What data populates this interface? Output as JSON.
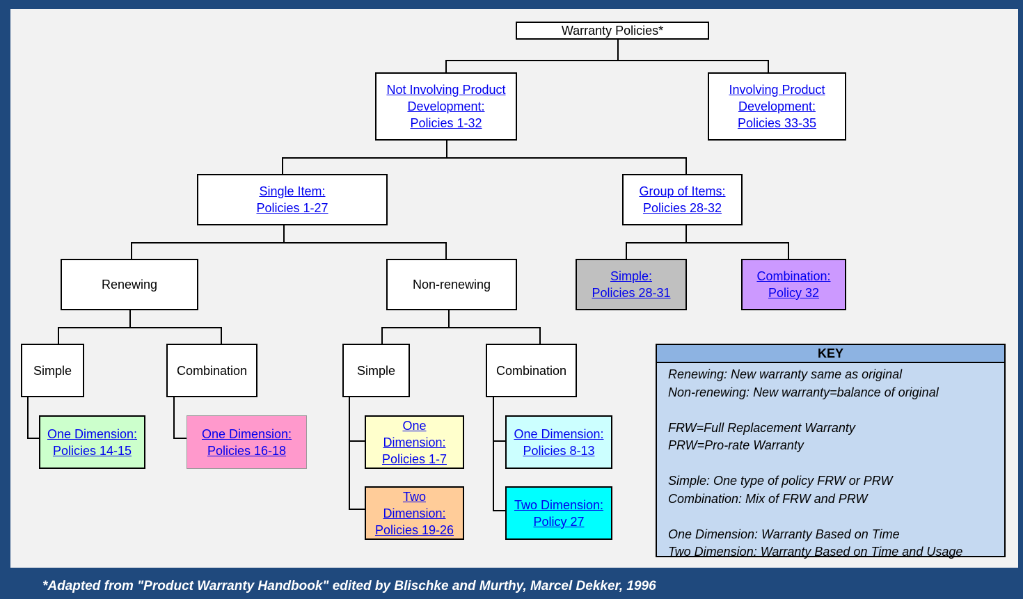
{
  "root": "Warranty Policies*",
  "not_involving": {
    "line1": "Not Involving Product",
    "line2": "Development:",
    "line3": "Policies 1-32"
  },
  "involving": {
    "line1": "Involving Product",
    "line2": "Development:",
    "line3": "Policies 33-35"
  },
  "single_item": {
    "line1": "Single Item:",
    "line2": "Policies 1-27"
  },
  "group_items": {
    "line1": "Group of Items:",
    "line2": "Policies 28-32"
  },
  "renewing": "Renewing",
  "non_renewing": "Non-renewing",
  "group_simple": {
    "line1": "Simple:",
    "line2": "Policies 28-31"
  },
  "group_combination": {
    "line1": "Combination:",
    "line2": "Policy 32"
  },
  "renewing_simple": "Simple",
  "renewing_combination": "Combination",
  "non_renewing_simple": "Simple",
  "non_renewing_combination": "Combination",
  "renewing_simple_one_dim": {
    "line1": "One Dimension:",
    "line2": "Policies 14-15"
  },
  "renewing_comb_one_dim": {
    "line1": "One Dimension:",
    "line2": "Policies 16-18"
  },
  "nr_simple_one_dim": {
    "line1": "One",
    "line2": "Dimension:",
    "line3": "Policies 1-7"
  },
  "nr_simple_two_dim": {
    "line1": "Two",
    "line2": "Dimension:",
    "line3": "Policies 19-26"
  },
  "nr_comb_one_dim": {
    "line1": "One Dimension:",
    "line2": "Policies 8-13"
  },
  "nr_comb_two_dim": {
    "line1": "Two Dimension:",
    "line2": "Policy 27"
  },
  "key": {
    "title": "KEY",
    "lines": [
      "Renewing: New warranty same as original",
      "Non-renewing: New warranty=balance of original",
      "FRW=Full Replacement Warranty",
      "PRW=Pro-rate Warranty",
      "Simple: One type of policy FRW or PRW",
      "Combination: Mix of FRW and PRW",
      "One Dimension: Warranty Based on Time",
      "Two Dimension: Warranty Based on Time and Usage"
    ]
  },
  "footer": "*Adapted from \"Product Warranty Handbook\" edited by Blischke and Murthy, Marcel Dekker, 1996",
  "colors": {
    "frame": "#1f497d",
    "canvas": "#f2f2f2",
    "gray": "#c0c0c0",
    "lavender": "#cc99ff",
    "light_green": "#ccffcc",
    "pink": "#ff99cc",
    "light_yellow": "#ffffcc",
    "peach": "#ffcc99",
    "light_cyan": "#ccffff",
    "cyan": "#00ffff",
    "key_bg": "#c5d9f1",
    "key_header": "#8db3e2"
  }
}
